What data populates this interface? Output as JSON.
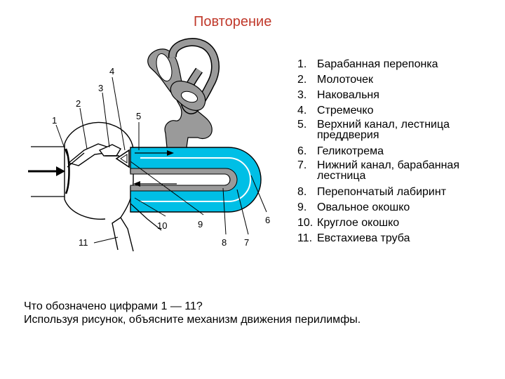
{
  "title": "Повторение",
  "legend": [
    {
      "num": "1.",
      "text": "Барабанная перепонка"
    },
    {
      "num": "2.",
      "text": "Молоточек"
    },
    {
      "num": "3.",
      "text": "Наковальня"
    },
    {
      "num": "4.",
      "text": "Стремечко"
    },
    {
      "num": "5.",
      "text": "Верхний канал, лестница преддверия"
    },
    {
      "num": "6.",
      "text": "Геликотрема"
    },
    {
      "num": "7.",
      "text": "Нижний канал, барабанная лестница"
    },
    {
      "num": "8.",
      "text": "Перепончатый лабиринт"
    },
    {
      "num": "9.",
      "text": "Овальное окошко"
    },
    {
      "num": "10.",
      "text": "Круглое окошко"
    },
    {
      "num": "11.",
      "text": "Евстахиева труба"
    }
  ],
  "diagram_labels": [
    "1",
    "2",
    "3",
    "4",
    "5",
    "6",
    "7",
    "8",
    "9",
    "10",
    "11"
  ],
  "question": {
    "line1": "Что обозначено цифрами 1 — 11?",
    "line2": "Используя рисунок, объясните механизм движения перилимфы."
  },
  "colors": {
    "title": "#c0392b",
    "perilymph": "#00bfe6",
    "labyrinth": "#8a8a8a"
  }
}
